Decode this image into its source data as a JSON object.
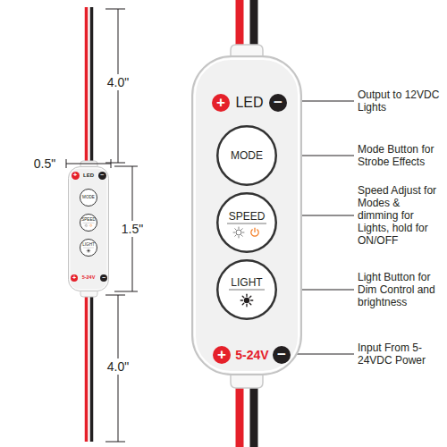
{
  "diagram": {
    "nodes": [
      {
        "text": [
          "LED",
          "5-24V"
        ]
      },
      {
        "text": [
          "+"
        ],
        "in": 0
      },
      {
        "text": [
          "−"
        ],
        "in": 0
      },
      {
        "text": [
          "MODE"
        ],
        "in": 0
      },
      {
        "text": [
          "SPEED"
        ],
        "in": 0
      },
      {
        "text": [
          "LIGHT"
        ],
        "in": 0
      },
      {
        "text": [
          "+"
        ],
        "in": 0
      },
      {
        "text": [
          "−"
        ],
        "in": 0
      },
      {
        "text": [
          "LED",
          "5-24V"
        ]
      },
      {
        "text": [
          "+"
        ],
        "in": 8
      },
      {
        "text": [
          "−"
        ],
        "in": 8
      },
      {
        "text": [
          "MODE"
        ],
        "in": 8
      },
      {
        "text": [
          "SPEED"
        ],
        "in": 8
      },
      {
        "text": [
          "LIGHT"
        ],
        "in": 8
      },
      {
        "text": [
          "+"
        ],
        "in": 8
      },
      {
        "text": [
          "−"
        ],
        "in": 8
      }
    ],
    "labels": [
      "4.0\"",
      "0.5\"",
      "1.5\"",
      "4.0\"",
      "Output to 12VDC Lights",
      "Mode Button for Strobe Effects",
      "Speed Adjust for Modes & dimming for Lights, hold for ON/OFF",
      "Light Button for Dim Control and brightness",
      "Input From 5-24VDC Power"
    ]
  }
}
